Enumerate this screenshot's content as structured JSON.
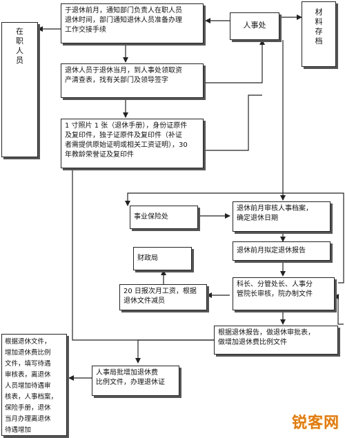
{
  "nodes": {
    "notify": "于退休前月，通知部门负责人在职人员\n退休时间，部门通知退休人员准备办理\n工作交接手续",
    "hr_office": "人事处",
    "archive": "材\n料\n存\n档",
    "staff": "在\n职\n人\n员",
    "collect_forms": "退休人员于退休当月，到人事处领取资\n产清查表，找有关部门及领导签字",
    "documents": "1 寸照片 1 张（退休手册），身份证原件\n及复印件，独子证原件及复印件（补证\n者需提供原始证明或相关工资证明），30\n年教龄荣誉证及复印件",
    "social_insurance": "事业保险处",
    "review_archive": "退休前月审核人事档案，\n确定退休日期",
    "report": "退休前月拟定退休报告",
    "finance": "财政局",
    "wage_report": "20 日报次月工资，根据\n退休文件减员",
    "approval": "科长、分管处长、人事分\n管院长审核，院办制文件",
    "approval_form": "根据退休报告，做退休审批表，\n做增加退休费比例文件",
    "left_note": "根据退休文件，\n增加退休费比例\n文件，填写待遇\n审核表，离退休\n人员增加待遇审\n核表，人事档案，\n保险手册，退休\n当月办理离退休\n待遇增加",
    "bureau_approval": "人事局批增加退休费\n比例文件，办理退休证"
  },
  "watermark": "锐客网",
  "colors": {
    "line": "#222222",
    "watermark": "#e07a10"
  }
}
